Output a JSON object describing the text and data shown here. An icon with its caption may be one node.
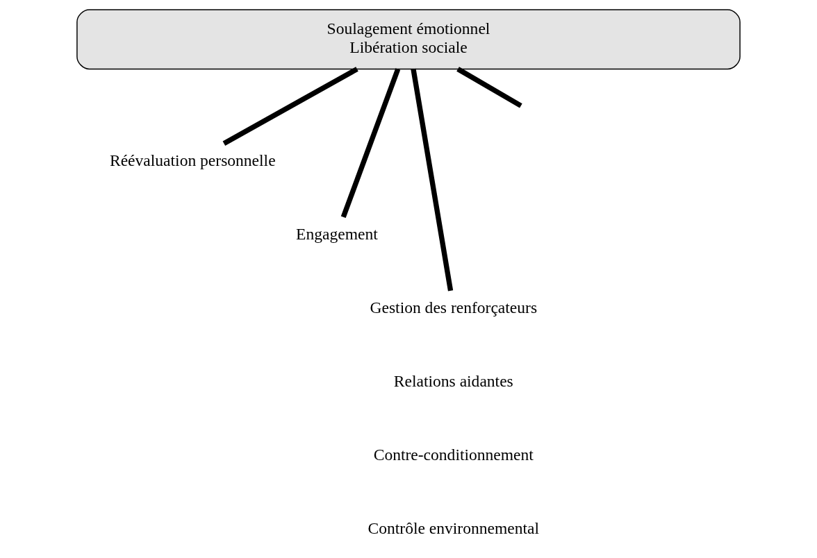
{
  "diagram": {
    "nodes": [
      {
        "text": [
          "Soulagement émotionnel",
          "Libération sociale"
        ]
      },
      {
        "text": [
          "Réévaluation personnelle"
        ]
      },
      {
        "text": [
          "Engagement"
        ]
      },
      {
        "text": [
          "Gestion des renforçateurs"
        ]
      }
    ],
    "edges": [
      {
        "from": 0,
        "to": null,
        "arrow": "none"
      },
      {
        "from": 0,
        "to": 1,
        "arrow": "none"
      },
      {
        "from": 0,
        "to": 2,
        "arrow": "none"
      },
      {
        "from": 0,
        "to": 3,
        "arrow": "none"
      }
    ],
    "labels": [
      "Relations aidantes",
      "Contre-conditionnement",
      "Contrôle environnemental"
    ]
  }
}
